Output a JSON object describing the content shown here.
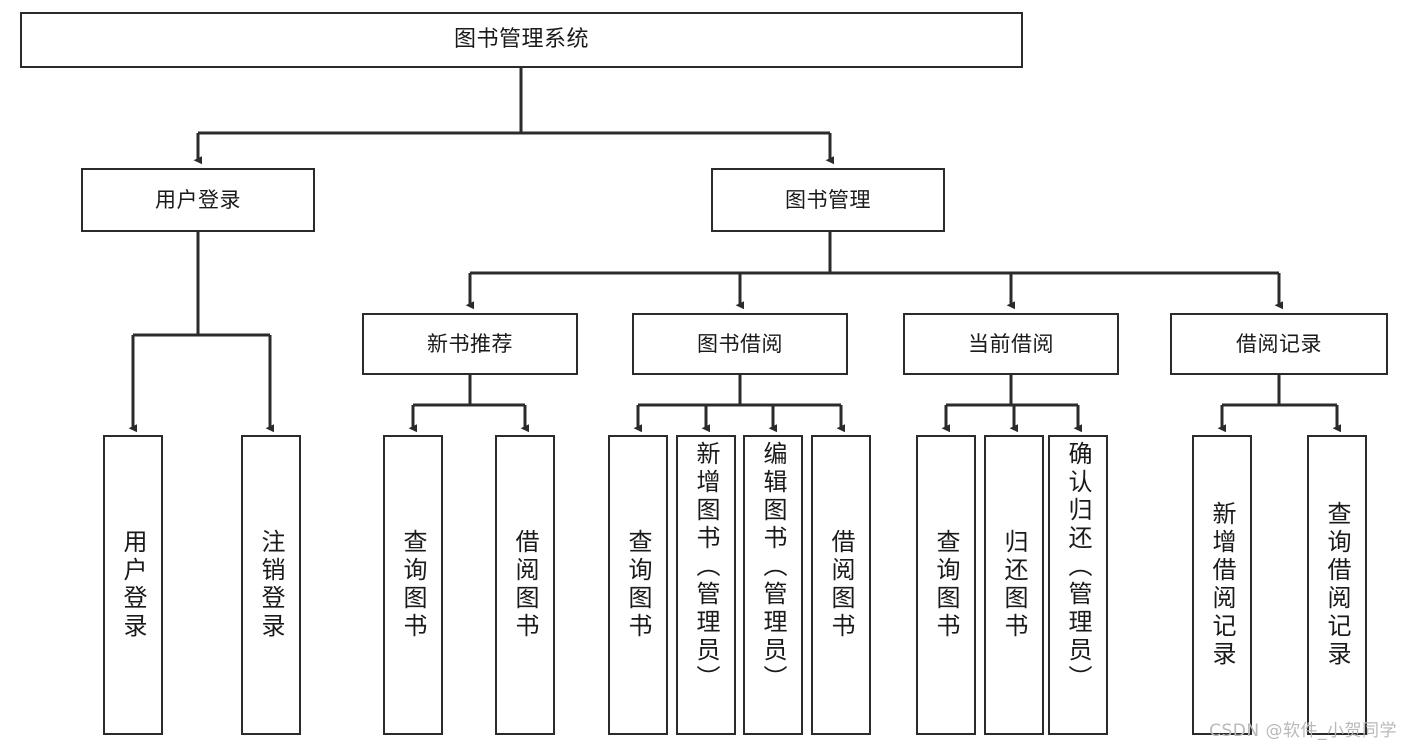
{
  "diagram": {
    "title": "图书管理系统",
    "type": "functional-structure-tree",
    "watermark": "CSDN @软件_小贺同学",
    "colors": {
      "stroke": "#2b2b2b",
      "fill": "#ffffff",
      "text": "#1a1a1a",
      "watermark": "#b9b9b9"
    },
    "levels": {
      "root": {
        "label": "图书管理系统"
      },
      "level2": [
        {
          "id": "user-login",
          "label": "用户登录"
        },
        {
          "id": "book-manage",
          "label": "图书管理"
        }
      ],
      "level3": [
        {
          "id": "new-book-recommend",
          "label": "新书推荐",
          "parent": "book-manage"
        },
        {
          "id": "book-borrow",
          "label": "图书借阅",
          "parent": "book-manage"
        },
        {
          "id": "current-borrow",
          "label": "当前借阅",
          "parent": "book-manage"
        },
        {
          "id": "borrow-record",
          "label": "借阅记录",
          "parent": "book-manage"
        }
      ],
      "leaves": [
        {
          "id": "leaf-user-login",
          "label": "用户登录",
          "parent": "user-login"
        },
        {
          "id": "leaf-user-logout",
          "label": "注销登录",
          "parent": "user-login"
        },
        {
          "id": "leaf-query-book-1",
          "label": "查询图书",
          "parent": "new-book-recommend"
        },
        {
          "id": "leaf-borrow-book-1",
          "label": "借阅图书",
          "parent": "new-book-recommend"
        },
        {
          "id": "leaf-query-book-2",
          "label": "查询图书",
          "parent": "book-borrow"
        },
        {
          "id": "leaf-add-book",
          "label": "新增图书（管理员）",
          "parent": "book-borrow"
        },
        {
          "id": "leaf-edit-book",
          "label": "编辑图书（管理员）",
          "parent": "book-borrow"
        },
        {
          "id": "leaf-borrow-book-2",
          "label": "借阅图书",
          "parent": "book-borrow"
        },
        {
          "id": "leaf-query-book-3",
          "label": "查询图书",
          "parent": "current-borrow"
        },
        {
          "id": "leaf-return-book",
          "label": "归还图书",
          "parent": "current-borrow"
        },
        {
          "id": "leaf-confirm-return",
          "label": "确认归还（管理员）",
          "parent": "current-borrow"
        },
        {
          "id": "leaf-add-record",
          "label": "新增借阅记录",
          "parent": "borrow-record"
        },
        {
          "id": "leaf-query-record",
          "label": "查询借阅记录",
          "parent": "borrow-record"
        }
      ]
    }
  }
}
